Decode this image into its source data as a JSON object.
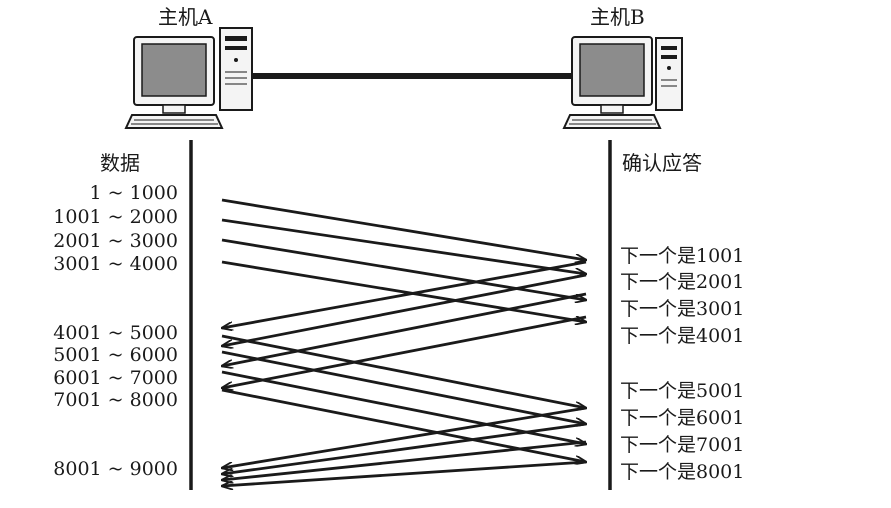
{
  "hosts": {
    "a": "主机A",
    "b": "主机B"
  },
  "data_column": {
    "title": "数据",
    "ranges": [
      "1 ~ 1000",
      "1001 ~ 2000",
      "2001 ~ 3000",
      "3001 ~ 4000",
      "4001 ~ 5000",
      "5001 ~ 6000",
      "6001 ~ 7000",
      "7001 ~ 8000",
      "8001 ~ 9000"
    ]
  },
  "ack_column": {
    "title": "确认应答",
    "acks": [
      "下一个是1001",
      "下一个是2001",
      "下一个是3001",
      "下一个是4001",
      "下一个是5001",
      "下一个是6001",
      "下一个是7001",
      "下一个是8001"
    ]
  },
  "colors": {
    "ink": "#1a1a1a",
    "screen": "#8c8c8c",
    "body": "#f4f4f4"
  }
}
